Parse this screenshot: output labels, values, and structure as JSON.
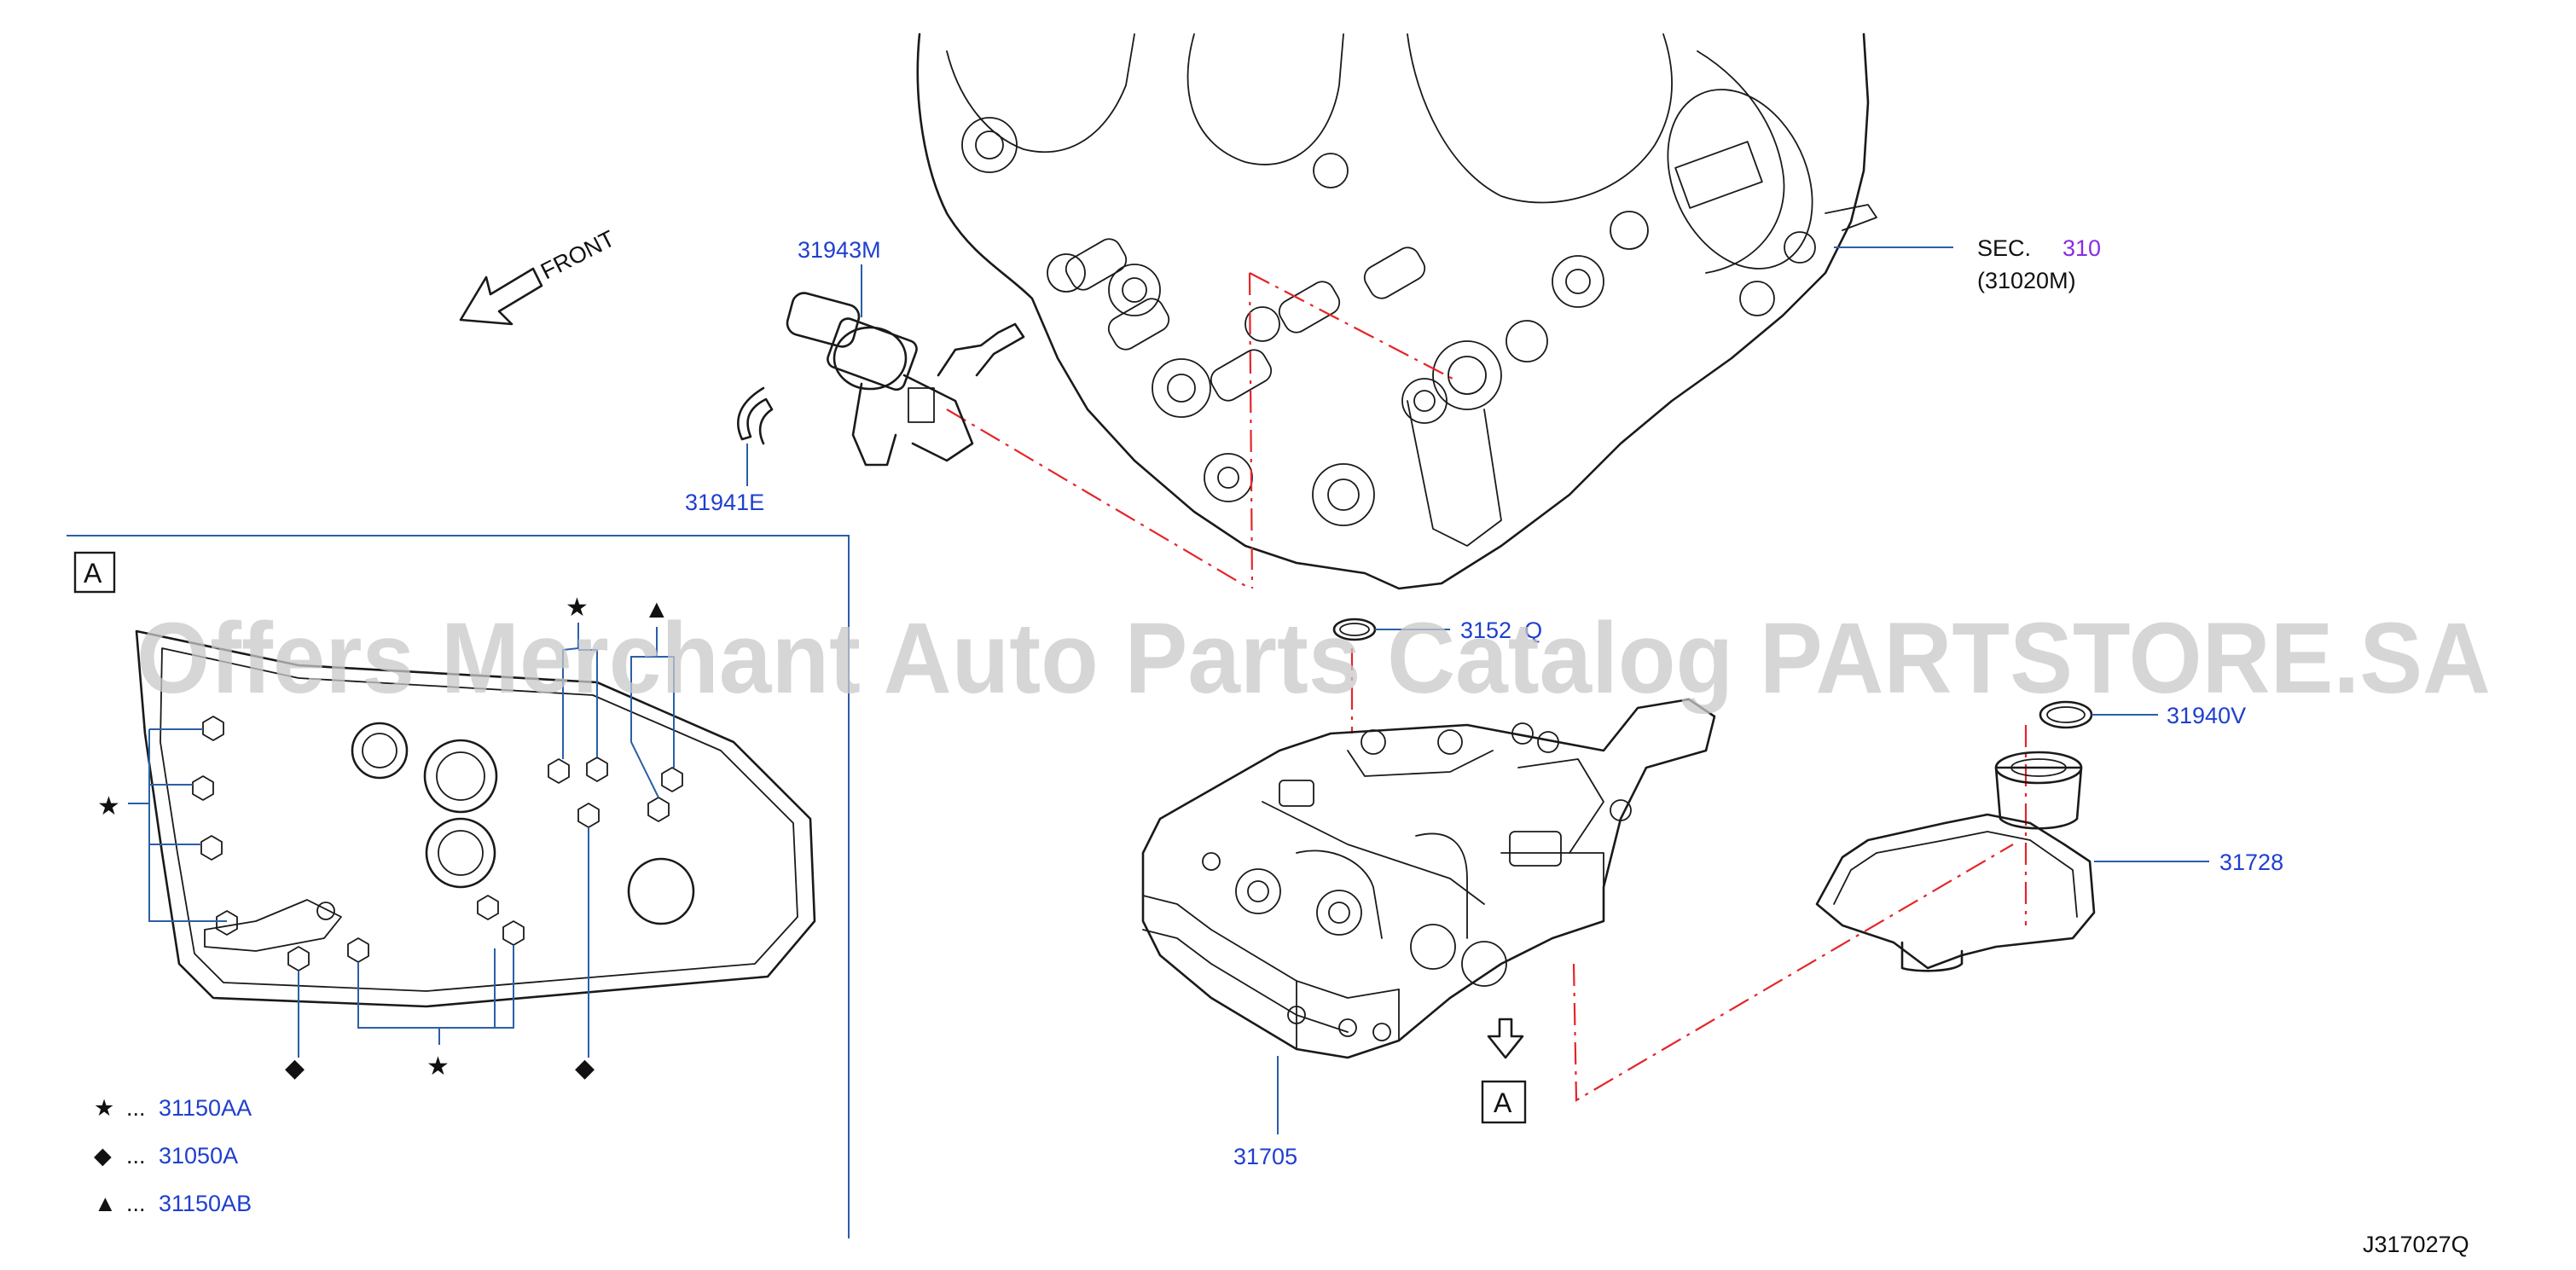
{
  "diagram": {
    "code": "J317027Q",
    "watermark": "Offers Merchant Auto Parts Catalog PARTSTORE.SA",
    "front_label": "FRONT",
    "view_label": "A",
    "section_prefix": "SEC.",
    "section_number": "310",
    "section_ref": "(31020M)",
    "colors": {
      "part_number": "#1f3fcf",
      "section_number": "#8a2be2",
      "leader": "#2b5fa8",
      "centerline": "#e3262b",
      "line": "#1a1a1a"
    }
  },
  "parts": {
    "p31943M": "31943M",
    "p31941E": "31941E",
    "p31526Q": "3152  Q",
    "p31940V": "31940V",
    "p31728": "31728",
    "p31705": "31705"
  },
  "legend": [
    {
      "symbol": "★",
      "dots": "...",
      "part": "31150AA"
    },
    {
      "symbol": "◆",
      "dots": "...",
      "part": "31050A"
    },
    {
      "symbol": "▲",
      "dots": "...",
      "part": "31150AB"
    }
  ],
  "bolt_marks": {
    "star": "★",
    "diamond": "◆",
    "triangle": "▲"
  }
}
